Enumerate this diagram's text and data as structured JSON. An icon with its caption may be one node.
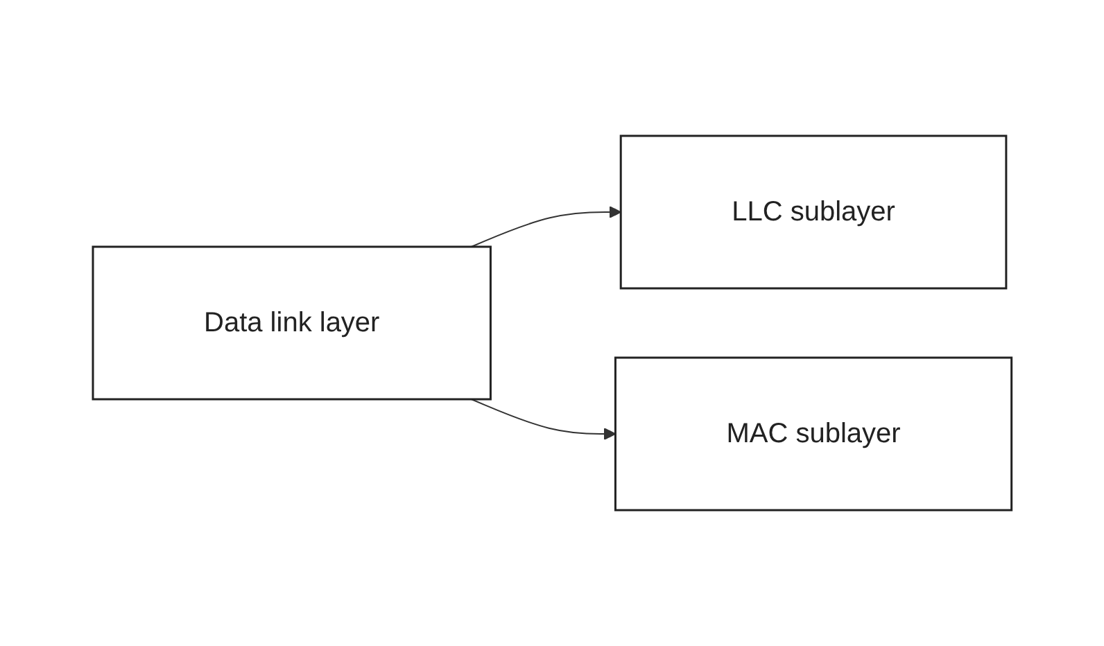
{
  "diagram": {
    "nodes": [
      {
        "text": [
          "Data link layer"
        ]
      },
      {
        "text": [
          "LLC sublayer"
        ]
      },
      {
        "text": [
          "MAC sublayer"
        ]
      }
    ],
    "edges": [
      {
        "from": 0,
        "to": 1,
        "arrow": "to"
      },
      {
        "from": 0,
        "to": 2,
        "arrow": "to"
      }
    ]
  }
}
